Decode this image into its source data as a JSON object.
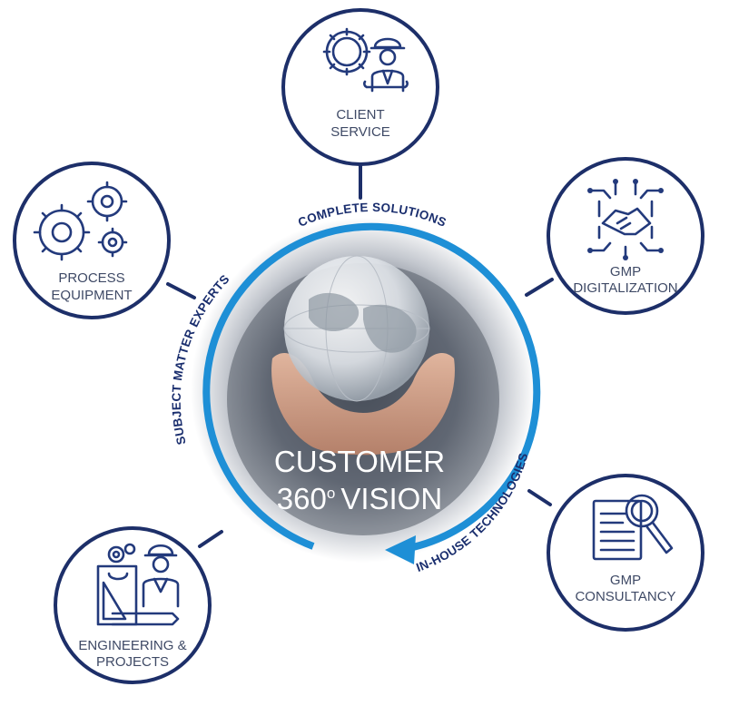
{
  "center": {
    "line1": "CUSTOMER",
    "line2_number": "360",
    "line2_degree": "o",
    "line2_word": "VISION"
  },
  "arc_labels": {
    "top": "COMPLETE SOLUTIONS",
    "left": "SUBJECT MATTER EXPERTS",
    "bottom_right": "IN-HOUSE TECHNOLOGIES"
  },
  "nodes": {
    "client_service": {
      "line1": "CLIENT",
      "line2": "SERVICE",
      "icon": "gear-engineer-icon"
    },
    "process_equipment": {
      "line1": "PROCESS",
      "line2": "EQUIPMENT",
      "icon": "gears-icon"
    },
    "gmp_digitalization": {
      "line1": "GMP",
      "line2": "DIGITALIZATION",
      "icon": "circuit-handshake-icon"
    },
    "gmp_consultancy": {
      "line1": "GMP",
      "line2": "CONSULTANCY",
      "icon": "document-magnifier-icon"
    },
    "engineering_projects": {
      "line1": "ENGINEERING &",
      "line2": "PROJECTS",
      "icon": "engineer-blueprint-icon"
    }
  },
  "colors": {
    "navy": "#1d2f69",
    "accent_blue": "#1e8fd6",
    "icon_blue": "#233a7c"
  }
}
